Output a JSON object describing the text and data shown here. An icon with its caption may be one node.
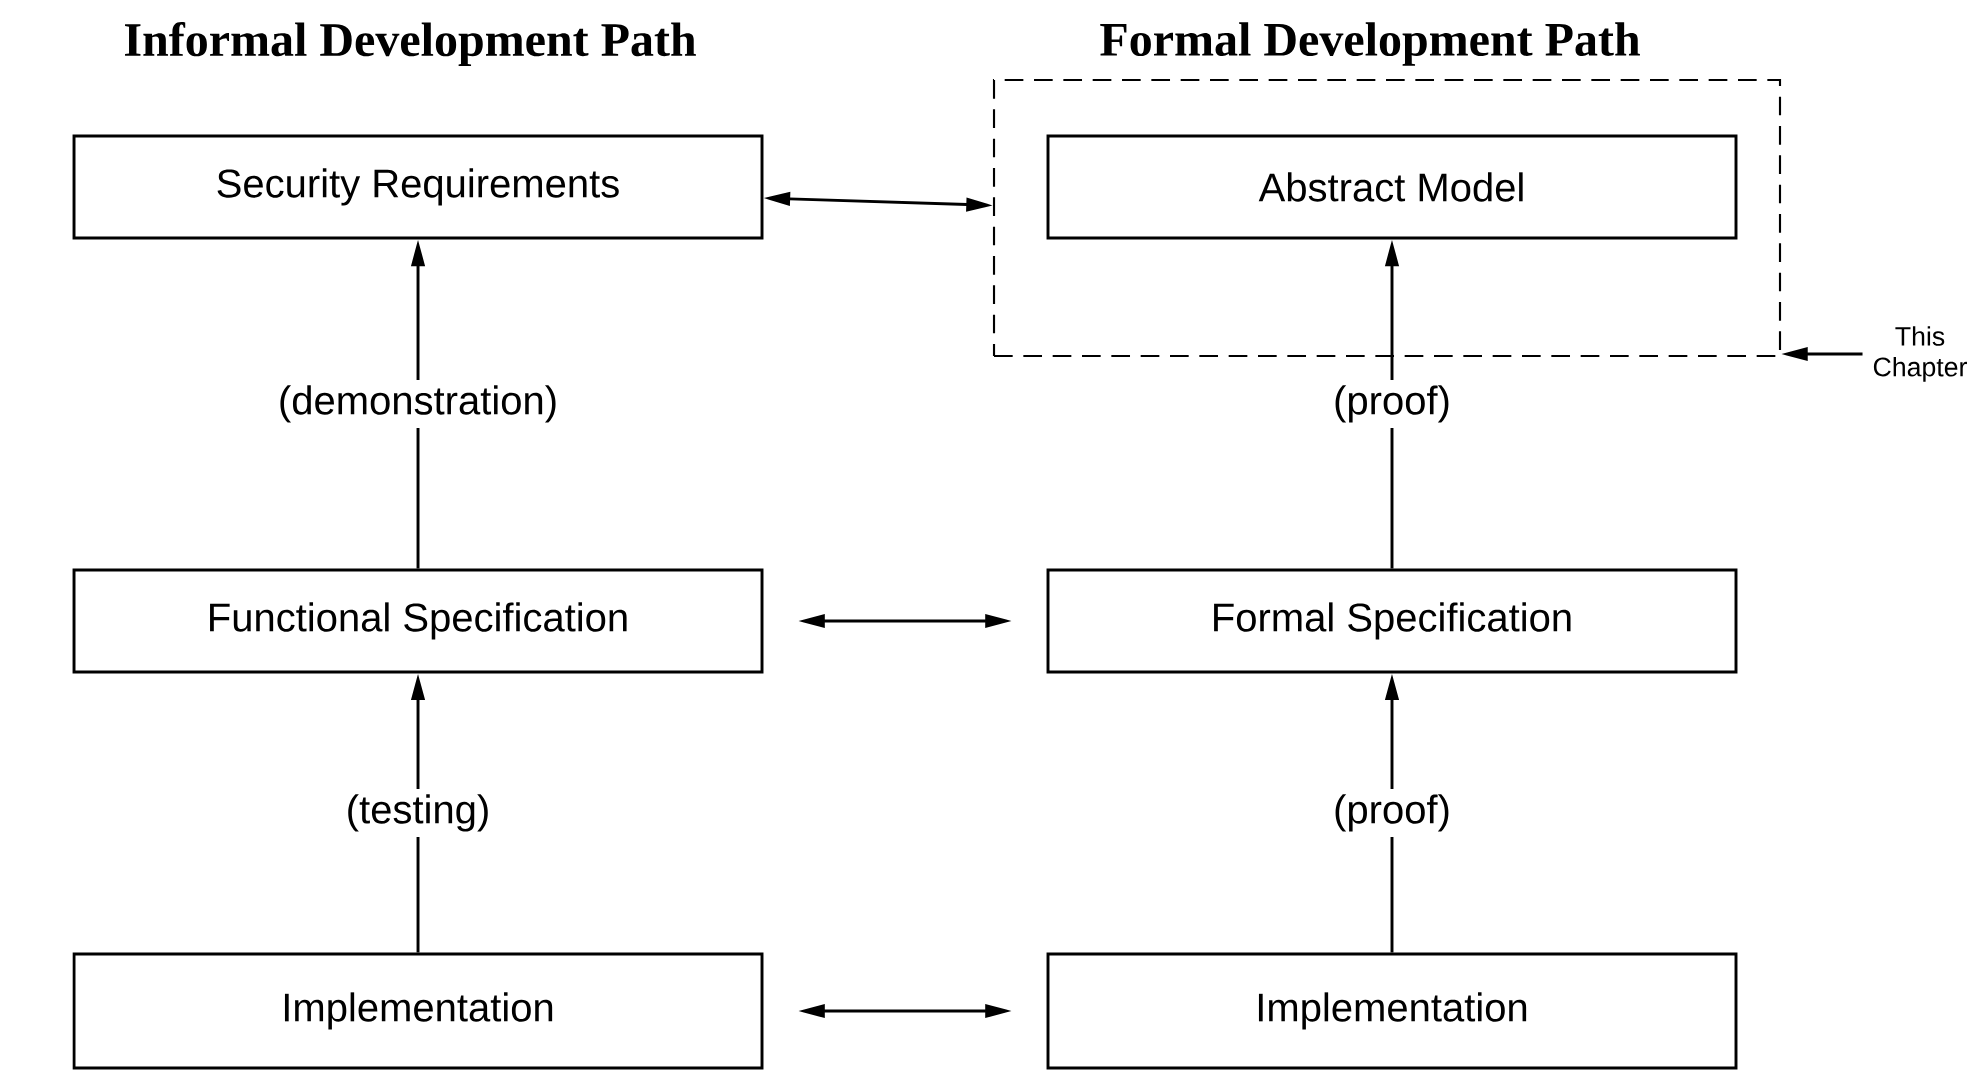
{
  "diagram": {
    "nodes": [
      {
        "text": [
          "Security Requirements"
        ]
      },
      {
        "text": [],
        "shape": "box"
      },
      {
        "text": [
          "Abstract Model"
        ],
        "in": 1
      },
      {
        "text": [
          "This Chapter"
        ]
      },
      {
        "text": [
          "Functional Specification"
        ]
      },
      {
        "text": [
          "Formal Specification"
        ]
      },
      {
        "text": [
          "Implementation"
        ]
      },
      {
        "text": [
          "Implementation"
        ]
      }
    ],
    "edges": [
      {
        "from": 0,
        "to": 1,
        "arrow": "both"
      },
      {
        "from": 4,
        "to": 0,
        "arrow": "to",
        "label": "(demonstration)"
      },
      {
        "from": 5,
        "to": 2,
        "arrow": "to",
        "label": "(proof)"
      },
      {
        "from": 4,
        "to": 5,
        "arrow": "both"
      },
      {
        "from": 6,
        "to": 4,
        "arrow": "to",
        "label": "(testing)"
      },
      {
        "from": 7,
        "to": 5,
        "arrow": "to",
        "label": "(proof)"
      },
      {
        "from": 6,
        "to": 7,
        "arrow": "both"
      },
      {
        "from": 3,
        "to": 1,
        "arrow": "to"
      }
    ],
    "labels": [
      "Informal Development Path",
      "Formal Development Path"
    ]
  }
}
